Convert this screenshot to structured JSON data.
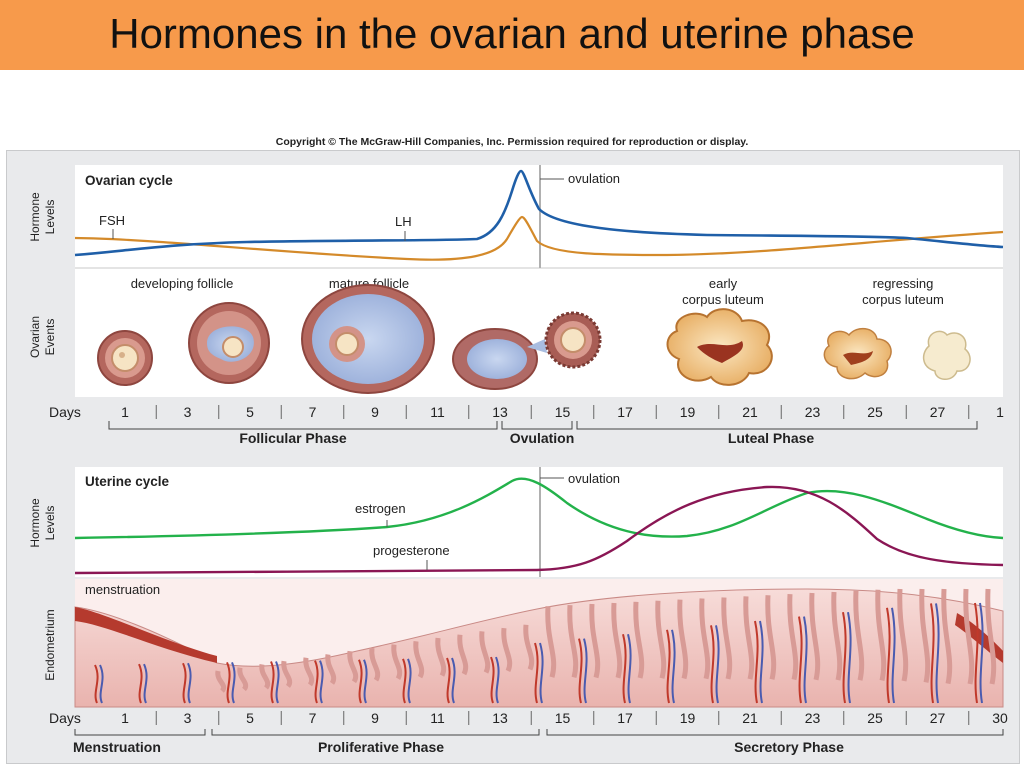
{
  "title": "Hormones in the ovarian and uterine phase",
  "copyright": "Copyright © The McGraw-Hill Companies, Inc. Permission required for reproduction or display.",
  "ovarian": {
    "title": "Ovarian cycle",
    "levels_label": [
      "Hormone",
      "Levels"
    ],
    "events_label": [
      "Ovarian",
      "Events"
    ],
    "fsh": "FSH",
    "lh": "LH",
    "ovulation": "ovulation",
    "events": {
      "developing": "developing follicle",
      "mature": "mature follicle",
      "early": [
        "early",
        "corpus luteum"
      ],
      "regressing": [
        "regressing",
        "corpus luteum"
      ]
    },
    "days_label": "Days",
    "days": [
      "1",
      "3",
      "5",
      "7",
      "9",
      "11",
      "13",
      "15",
      "17",
      "19",
      "21",
      "23",
      "25",
      "27",
      "1"
    ],
    "phases": [
      "Follicular Phase",
      "Ovulation",
      "Luteal Phase"
    ]
  },
  "uterine": {
    "title": "Uterine cycle",
    "levels_label": [
      "Hormone",
      "Levels"
    ],
    "endometrium_label": "Endometrium",
    "estrogen": "estrogen",
    "progesterone": "progesterone",
    "ovulation": "ovulation",
    "menstruation": "menstruation",
    "days_label": "Days",
    "days": [
      "1",
      "3",
      "5",
      "7",
      "9",
      "11",
      "13",
      "15",
      "17",
      "19",
      "21",
      "23",
      "25",
      "27",
      "30"
    ],
    "phases": [
      "Menstruation",
      "Proliferative Phase",
      "Secretory Phase"
    ]
  },
  "colors": {
    "title_bar": "#f79a4b",
    "lh_line": "#1f5fa8",
    "fsh_line": "#d48a2a",
    "estrogen_line": "#23b24b",
    "progesterone_line": "#8a1654",
    "follicle_wall": "#a0524a",
    "follicle_fluid": "#a9bde0",
    "corpus_luteum": "#f2cf97",
    "endometrium_tissue": "#f2c6c2"
  }
}
